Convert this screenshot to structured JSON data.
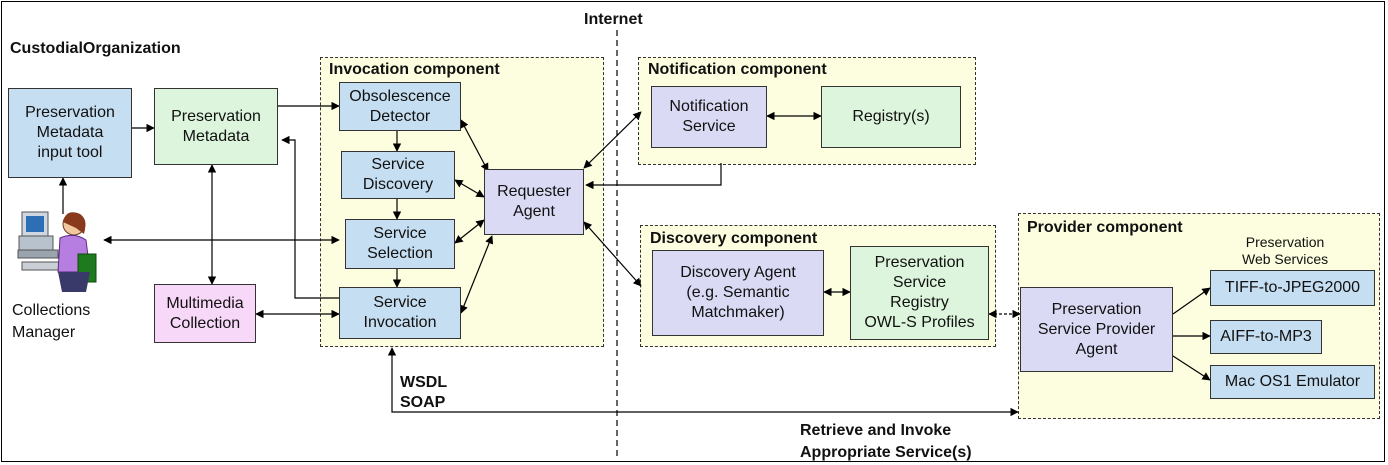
{
  "internet_label": "Internet",
  "custodial_label": "CustodialOrganization",
  "collections_manager": "Collections\nManager",
  "retrieve_label": "Retrieve and Invoke\nAppropriate Service(s)",
  "wsdl_soap": "WSDL\nSOAP",
  "invocation": {
    "title": "Invocation component",
    "obsolescence": "Obsolescence\nDetector",
    "discovery": "Service\nDiscovery",
    "selection": "Service\nSelection",
    "invocation": "Service\nInvocation",
    "requester": "Requester\nAgent"
  },
  "custodial": {
    "input_tool": "Preservation\nMetadata\ninput tool",
    "metadata": "Preservation\nMetadata",
    "multimedia": "Multimedia\nCollection"
  },
  "notification": {
    "title": "Notification component",
    "service": "Notification\nService",
    "registry": "Registry(s)"
  },
  "discovery": {
    "title": "Discovery component",
    "agent": "Discovery Agent\n(e.g. Semantic\nMatchmaker)",
    "registry": "Preservation\nService\nRegistry\nOWL-S Profiles"
  },
  "provider": {
    "title": "Provider component",
    "web_services_label": "Preservation\nWeb Services",
    "agent": "Preservation\nService Provider\nAgent",
    "services": [
      "TIFF-to-JPEG2000",
      "AIFF-to-MP3",
      "Mac OS1 Emulator"
    ]
  },
  "colors": {
    "blue": "#c6def1",
    "green": "#dcf5dc",
    "lavender": "#dadaf5",
    "pink": "#f8d8f8",
    "zone": "#fdfde0"
  },
  "icons": [
    "collections-manager-user-icon"
  ]
}
